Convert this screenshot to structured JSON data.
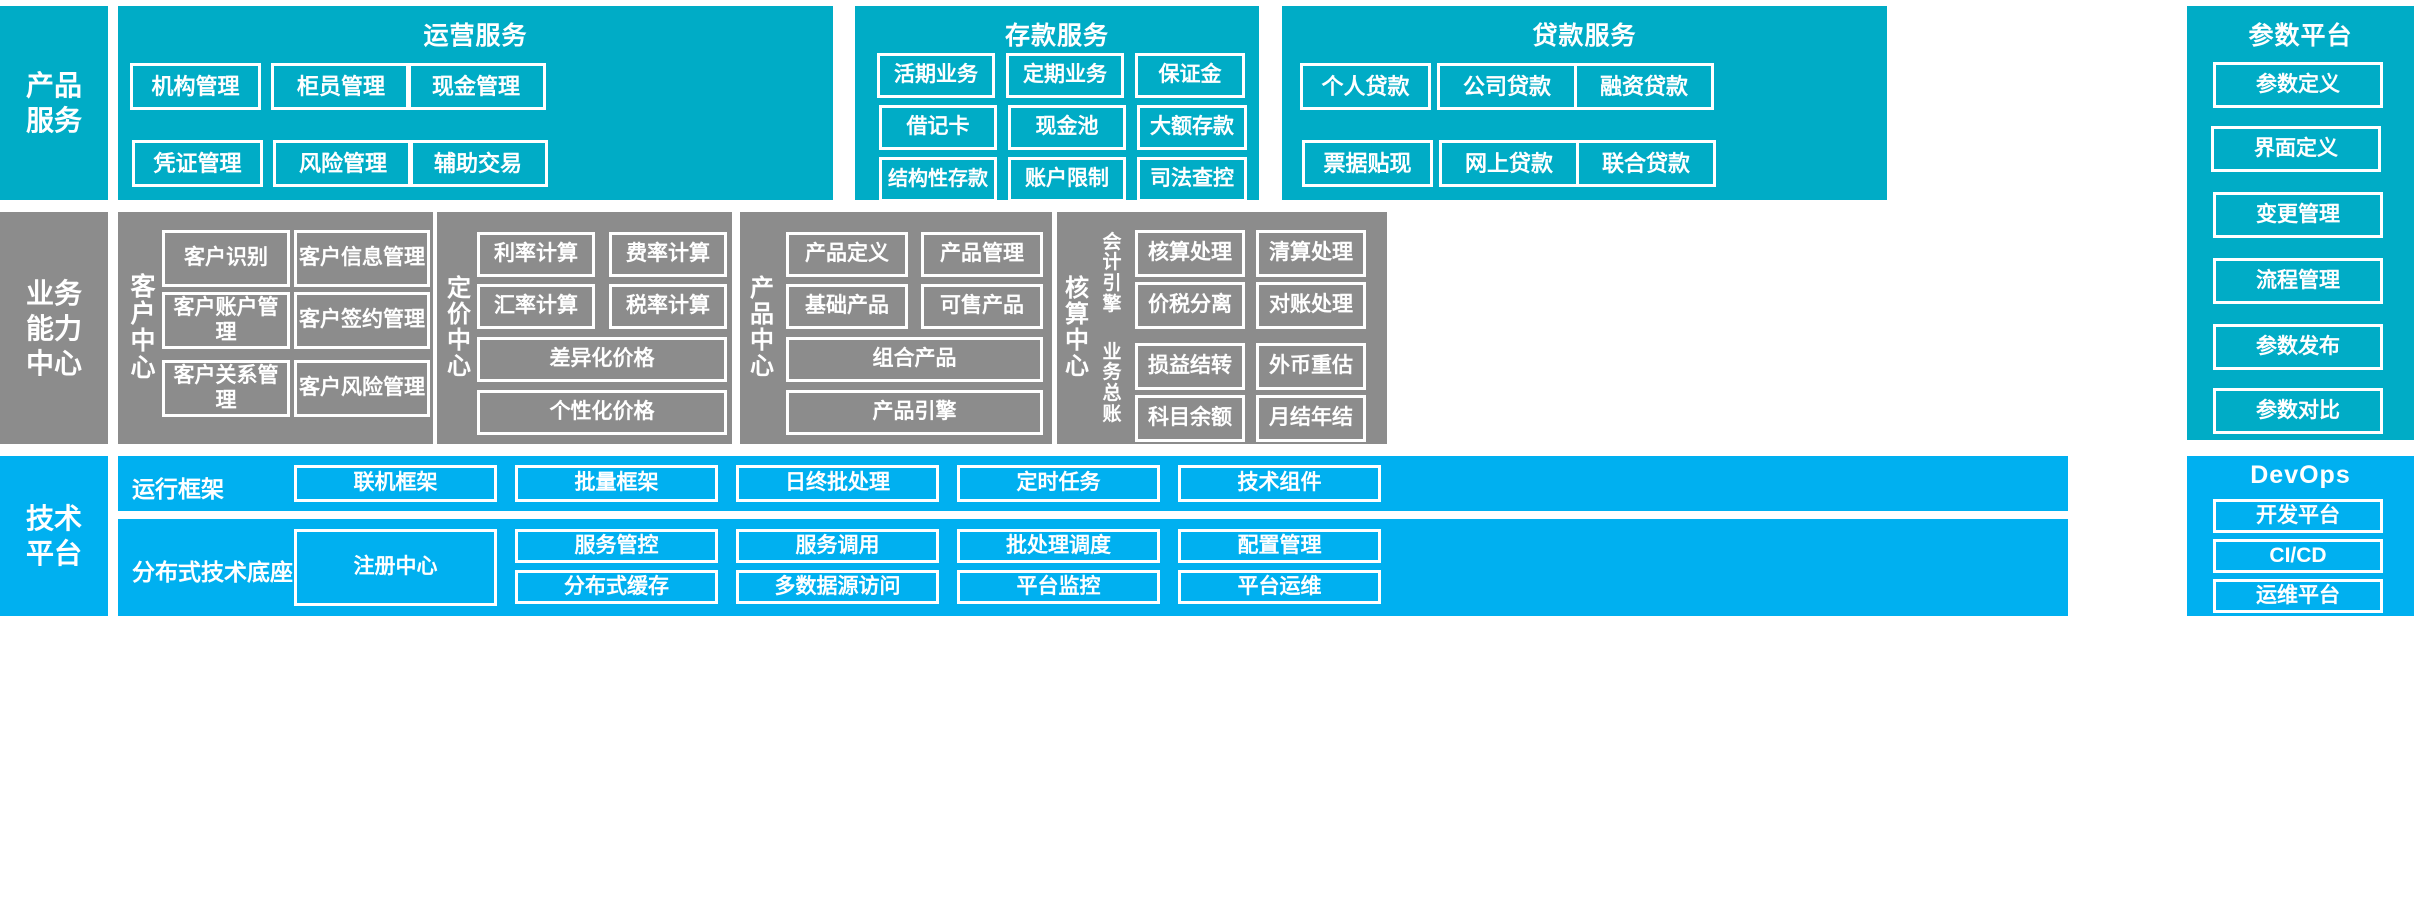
{
  "colors": {
    "teal": "#00ACC6",
    "gray": "#8C8C8C",
    "blue": "#00B0F0",
    "border": "#FFFFFF",
    "text": "#FFFFFF"
  },
  "rows": {
    "product_services": {
      "side_label_lines": [
        "产品",
        "服务"
      ],
      "groups": [
        {
          "title": "运营服务",
          "items": [
            "机构管理",
            "柜员管理",
            "现金管理",
            "凭证管理",
            "风险管理",
            "辅助交易"
          ]
        },
        {
          "title": "存款服务",
          "items": [
            "活期业务",
            "定期业务",
            "保证金",
            "借记卡",
            "现金池",
            "大额存款",
            "结构性存款",
            "账户限制",
            "司法查控"
          ]
        },
        {
          "title": "贷款服务",
          "items": [
            "个人贷款",
            "公司贷款",
            "融资贷款",
            "票据贴现",
            "网上贷款",
            "联合贷款"
          ]
        }
      ]
    },
    "business_capability": {
      "side_label_lines": [
        "业务",
        "能力",
        "中心"
      ],
      "centers": [
        {
          "vertical_label": "客户中心",
          "items": [
            "客户识别",
            "客户信息管理",
            "客户账户管理",
            "客户签约管理",
            "客户关系管理",
            "客户风险管理"
          ]
        },
        {
          "vertical_label": "定价中心",
          "items": [
            "利率计算",
            "费率计算",
            "汇率计算",
            "税率计算"
          ],
          "wide_items": [
            "差异化价格",
            "个性化价格"
          ]
        },
        {
          "vertical_label": "产品中心",
          "items": [
            "产品定义",
            "产品管理",
            "基础产品",
            "可售产品"
          ],
          "wide_items": [
            "组合产品",
            "产品引擎"
          ]
        },
        {
          "vertical_label": "核算中心",
          "sub_groups": [
            {
              "vertical_label": "会计引擎",
              "items": [
                "核算处理",
                "清算处理",
                "价税分离",
                "对账处理"
              ]
            },
            {
              "vertical_label": "业务总账",
              "items": [
                "损益结转",
                "外币重估",
                "科目余额",
                "月结年结"
              ]
            }
          ]
        }
      ]
    },
    "technology_platform": {
      "side_label_lines": [
        "技术",
        "平台"
      ],
      "bands": [
        {
          "label": "运行框架",
          "items": [
            "联机框架",
            "批量框架",
            "日终批处理",
            "定时任务",
            "技术组件"
          ]
        },
        {
          "label": "分布式技术底座",
          "lead_item": "注册中心",
          "columns": [
            [
              "服务管控",
              "分布式缓存"
            ],
            [
              "服务调用",
              "多数据源访问"
            ],
            [
              "批处理调度",
              "平台监控"
            ],
            [
              "配置管理",
              "平台运维"
            ]
          ]
        }
      ]
    }
  },
  "right_column": {
    "parameter_platform": {
      "title": "参数平台",
      "items": [
        "参数定义",
        "界面定义",
        "变更管理",
        "流程管理",
        "参数发布",
        "参数对比"
      ]
    },
    "devops": {
      "title": "DevOps",
      "items": [
        "开发平台",
        "CI/CD",
        "运维平台"
      ]
    }
  }
}
